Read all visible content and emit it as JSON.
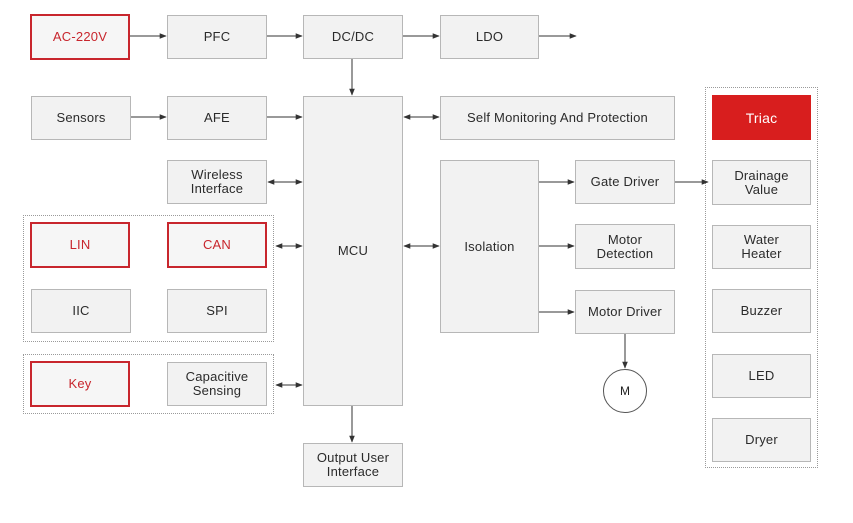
{
  "diagram": {
    "blocks": {
      "ac": "AC-220V",
      "pfc": "PFC",
      "dcdc": "DC/DC",
      "ldo": "LDO",
      "sensors": "Sensors",
      "afe": "AFE",
      "self_monitoring": "Self Monitoring And Protection",
      "wireless": "Wireless\nInterface",
      "lin": "LIN",
      "can": "CAN",
      "iic": "IIC",
      "spi": "SPI",
      "key": "Key",
      "capacitive": "Capacitive\nSensing",
      "mcu": "MCU",
      "output_ui": "Output User\nInterface",
      "isolation": "Isolation",
      "gate_driver": "Gate Driver",
      "motor_detection": "Motor\nDetection",
      "motor_driver": "Motor Driver",
      "motor": "M",
      "triac": "Triac",
      "drainage": "Drainage\nValue",
      "water_heater": "Water\nHeater",
      "buzzer": "Buzzer",
      "led": "LED",
      "dryer": "Dryer"
    },
    "colors": {
      "accent_red": "#c8262d",
      "triac_fill": "#d81e1e",
      "block_fill": "#f2f2f2",
      "block_border": "#b7b7b7",
      "connector": "#333333"
    }
  }
}
